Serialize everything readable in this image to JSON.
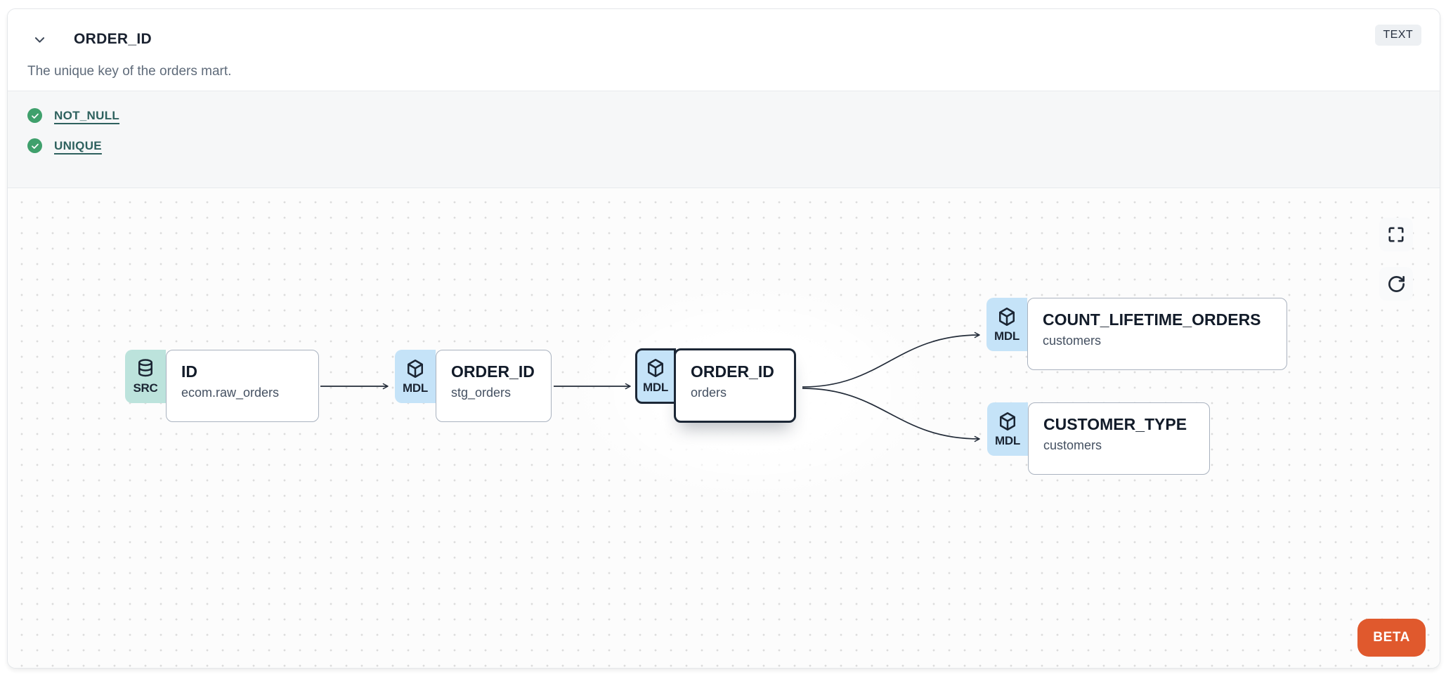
{
  "header": {
    "title": "ORDER_ID",
    "description": "The unique key of the orders mart.",
    "type_badge": "TEXT"
  },
  "tests": {
    "items": [
      {
        "icon": "check-circle",
        "label": "NOT_NULL"
      },
      {
        "icon": "check-circle",
        "label": "UNIQUE"
      }
    ]
  },
  "lineage": {
    "nodes": [
      {
        "badge": "SRC",
        "icon": "database",
        "title": "ID",
        "subtitle": "ecom.raw_orders",
        "selected": false
      },
      {
        "badge": "MDL",
        "icon": "cube",
        "title": "ORDER_ID",
        "subtitle": "stg_orders",
        "selected": false
      },
      {
        "badge": "MDL",
        "icon": "cube",
        "title": "ORDER_ID",
        "subtitle": "orders",
        "selected": true
      },
      {
        "badge": "MDL",
        "icon": "cube",
        "title": "COUNT_LIFETIME_ORDERS",
        "subtitle": "customers",
        "selected": false
      },
      {
        "badge": "MDL",
        "icon": "cube",
        "title": "CUSTOMER_TYPE",
        "subtitle": "customers",
        "selected": false
      }
    ],
    "edges": [
      {
        "from": "ID (ecom.raw_orders)",
        "to": "ORDER_ID (stg_orders)"
      },
      {
        "from": "ORDER_ID (stg_orders)",
        "to": "ORDER_ID (orders)"
      },
      {
        "from": "ORDER_ID (orders)",
        "to": "COUNT_LIFETIME_ORDERS (customers)"
      },
      {
        "from": "ORDER_ID (orders)",
        "to": "CUSTOMER_TYPE (customers)"
      }
    ],
    "beta_label": "BETA"
  },
  "colors": {
    "src-badge": "#bce3dc",
    "mdl-badge": "#c5e3f8",
    "test-green": "#3fa06c",
    "link-teal": "#2e615e",
    "beta-orange": "#e0592d",
    "node-border": "#a9b2bf",
    "selected-border": "#1c2736"
  }
}
